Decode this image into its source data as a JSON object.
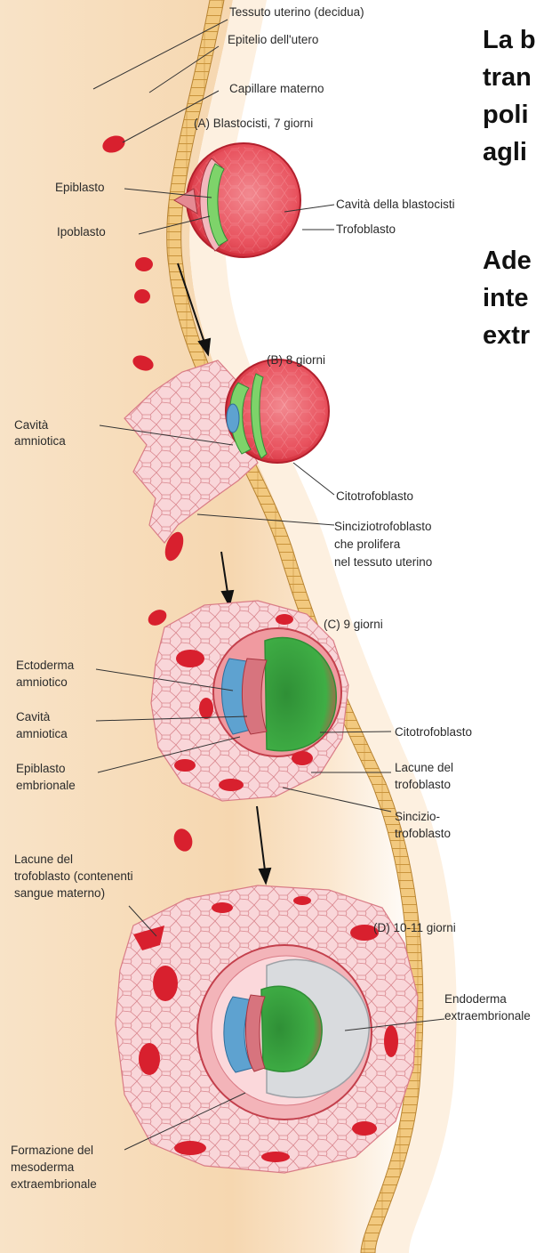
{
  "side_text": {
    "paragraph_1": [
      "La b",
      "tran",
      "poli",
      "agli"
    ],
    "paragraph_2": [
      "Ade",
      "inte",
      "extr"
    ]
  },
  "labels": {
    "tessuto_uterino": "Tessuto uterino (decidua)",
    "epitelio": "Epitelio dell'utero",
    "capillare": "Capillare materno",
    "stage_a": "(A)  Blastocisti, 7 giorni",
    "epiblasto": "Epiblasto",
    "ipoblasto": "Ipoblasto",
    "cavita_blastocisti": "Cavità della blastocisti",
    "trofoblasto": "Trofoblasto",
    "stage_b": "(B)  8 giorni",
    "cavita_amniotica_b_1": "Cavità",
    "cavita_amniotica_b_2": "amniotica",
    "citotrofoblasto_b": "Citotrofoblasto",
    "sincizio_b_1": "Sinciziotrofoblasto",
    "sincizio_b_2": "che prolifera",
    "sincizio_b_3": "nel tessuto uterino",
    "stage_c": "(C)  9 giorni",
    "ectoderma_1": "Ectoderma",
    "ectoderma_2": "amniotico",
    "cavita_amniotica_c_1": "Cavità",
    "cavita_amniotica_c_2": "amniotica",
    "epiblasto_emb_1": "Epiblasto",
    "epiblasto_emb_2": "embrionale",
    "citotrofoblasto_c": "Citotrofoblasto",
    "lacune_c_1": "Lacune del",
    "lacune_c_2": "trofoblasto",
    "sincizio_c_1": "Sincizio-",
    "sincizio_c_2": "trofoblasto",
    "lacune_d_1": "Lacune del",
    "lacune_d_2": "trofoblasto (contenenti",
    "lacune_d_3": "sangue materno)",
    "stage_d": "(D)  10-11 giorni",
    "endoderma_1": "Endoderma",
    "endoderma_2": "extraembrionale",
    "mesoderma_1": "Formazione del",
    "mesoderma_2": "mesoderma",
    "mesoderma_3": "extraembrionale"
  },
  "colors": {
    "background_tissue": "#f7e2c7",
    "epithelium": "#f0c67a",
    "trophoblast": "#e23a4c",
    "syncytio": "#f7d0d3",
    "epiblast_green": "#2f9a3a",
    "amnion_blue": "#5ea2d0",
    "endoderm_grey": "#d8dadd",
    "blood": "#d8202e"
  }
}
